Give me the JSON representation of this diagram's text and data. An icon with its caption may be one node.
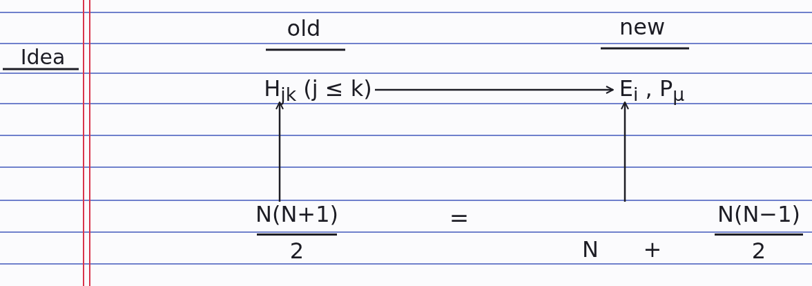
{
  "diagram": {
    "nodes": [
      {
        "text": [
          "H$_{jk}$ (j ≤ k)"
        ]
      },
      {
        "text": [
          "E$_{i}$ , P$_{μ}$"
        ]
      },
      {
        "text": [
          "N(N+1)",
          "2"
        ]
      },
      {
        "text": [
          "N",
          "+",
          "N(N−1)",
          "2"
        ]
      }
    ],
    "edges": [
      {
        "from": 0,
        "to": 1,
        "arrow": "to"
      },
      {
        "from": 2,
        "to": 0,
        "arrow": "to"
      },
      {
        "from": 3,
        "to": 1,
        "arrow": "to"
      }
    ],
    "labels": [
      "Idea",
      "old",
      "new",
      "="
    ]
  }
}
